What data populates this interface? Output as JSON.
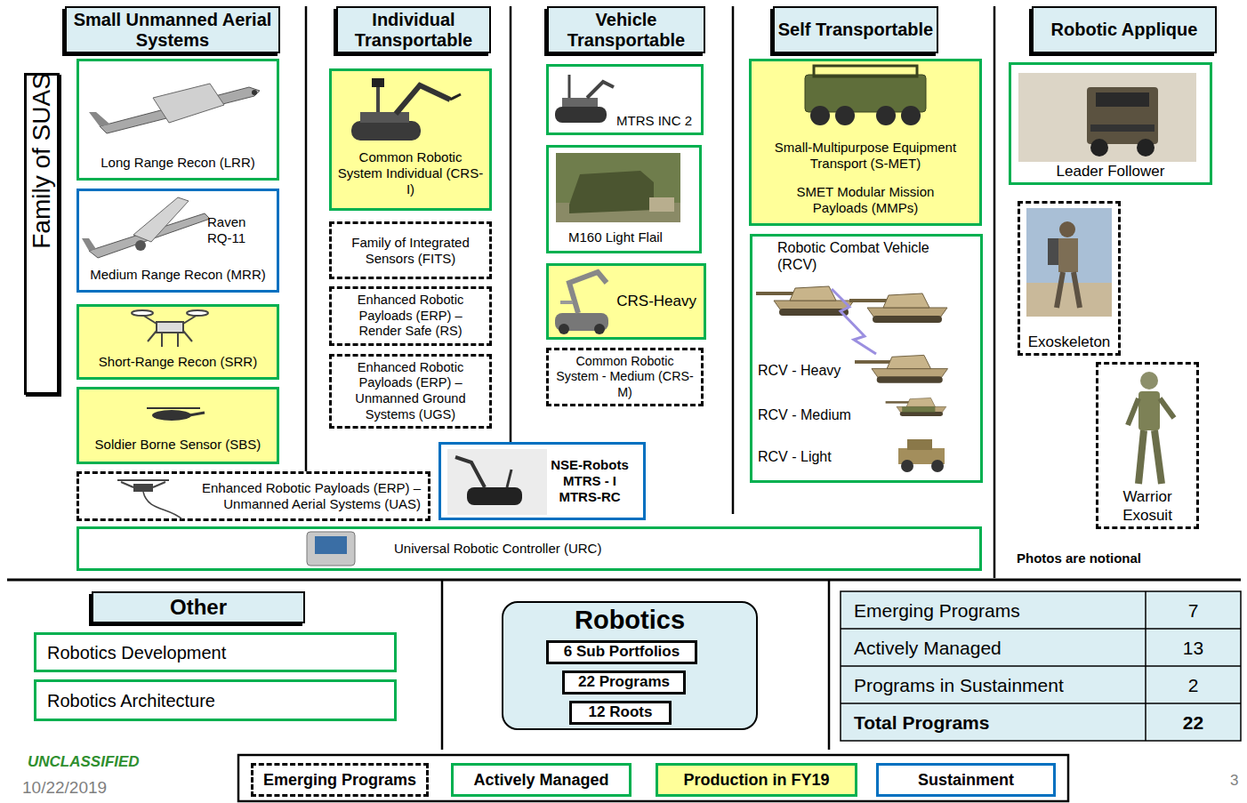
{
  "diagram": {
    "nodes": [
      {
        "text": [
          "Small Unmanned Aerial Systems"
        ]
      },
      {
        "text": [
          "Individual Transportable"
        ]
      },
      {
        "text": [
          "Vehicle Transportable"
        ]
      },
      {
        "text": [
          "Self Transportable"
        ]
      },
      {
        "text": [
          "Robotic Applique"
        ]
      },
      {
        "text": [
          "Family of SUAS"
        ]
      },
      {
        "text": [
          "Long Range Recon (LRR)"
        ]
      },
      {
        "text": [
          "Raven RQ-11",
          "Medium Range Recon (MRR)"
        ]
      },
      {
        "text": [
          "Short-Range Recon (SRR)"
        ]
      },
      {
        "text": [
          "Soldier Borne Sensor (SBS)"
        ]
      },
      {
        "text": [
          "Common Robotic System Individual (CRS-I)"
        ]
      },
      {
        "text": [
          "Family of Integrated Sensors (FITS)"
        ]
      },
      {
        "text": [
          "Enhanced Robotic Payloads (ERP) – Render Safe (RS)"
        ]
      },
      {
        "text": [
          "Enhanced Robotic Payloads (ERP) – Unmanned Ground Systems (UGS)"
        ]
      },
      {
        "text": [
          "MTRS INC 2"
        ]
      },
      {
        "text": [
          "M160 Light Flail"
        ]
      },
      {
        "text": [
          "CRS-Heavy"
        ]
      },
      {
        "text": [
          "Common Robotic System - Medium (CRS-M)"
        ]
      },
      {
        "text": [
          "Small-Multipurpose Equipment Transport (S-MET)",
          "SMET Modular Mission Payloads (MMPs)"
        ]
      },
      {
        "text": [
          "Robotic Combat Vehicle (RCV)",
          "RCV - Heavy",
          "RCV - Medium",
          "RCV - Light"
        ]
      },
      {
        "text": [
          "Leader Follower"
        ]
      },
      {
        "text": [
          "Exoskeleton"
        ]
      },
      {
        "text": [
          "Warrior Exosuit"
        ]
      },
      {
        "text": [
          "Enhanced Robotic Payloads (ERP) – Unmanned Aerial Systems (UAS)"
        ]
      },
      {
        "text": [
          "NSE-Robots MTRS - I MTRS-RC"
        ]
      },
      {
        "text": [
          "Universal Robotic Controller (URC)"
        ]
      },
      {
        "text": [
          "Other"
        ]
      },
      {
        "text": [
          "Robotics Development"
        ]
      },
      {
        "text": [
          "Robotics Architecture"
        ]
      },
      {
        "text": [
          "Robotics"
        ]
      },
      {
        "text": [
          "6 Sub Portfolios"
        ],
        "in": 29
      },
      {
        "text": [
          "22 Programs"
        ],
        "in": 29
      },
      {
        "text": [
          "12 Roots"
        ],
        "in": 29
      }
    ],
    "labels": [
      "Photos are notional",
      "Emerging Programs",
      "7",
      "Actively Managed",
      "13",
      "Programs in Sustainment",
      "2",
      "Total Programs",
      "22",
      "UNCLASSIFIED",
      "10/22/2019",
      "3"
    ],
    "legend": [
      {
        "text": "Emerging Programs"
      },
      {
        "text": "Actively Managed",
        "color": "#00b050"
      },
      {
        "text": "Production in FY19",
        "color": "#ffff99"
      },
      {
        "text": "Sustainment",
        "color": "#0070c0"
      }
    ]
  }
}
